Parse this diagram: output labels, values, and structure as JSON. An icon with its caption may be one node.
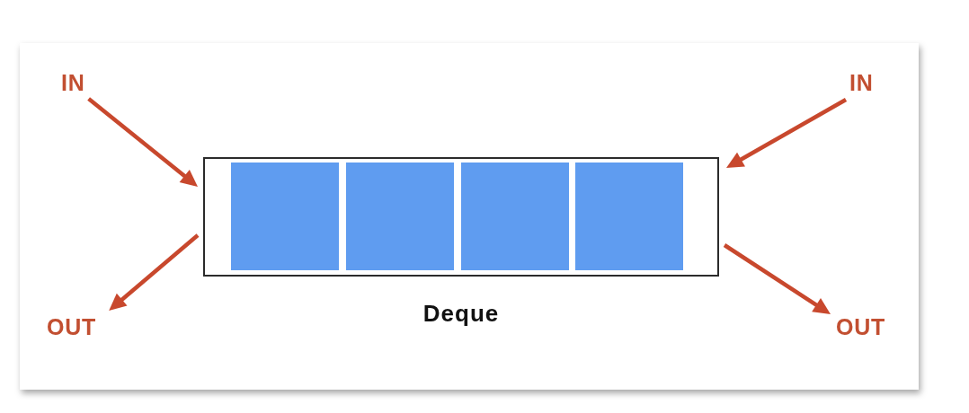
{
  "diagram": {
    "nodes": [
      {
        "text": [
          "IN"
        ]
      },
      {
        "text": [
          "IN"
        ]
      },
      {
        "text": [],
        "shape": "box",
        "beside": [
          "Deque"
        ]
      },
      {
        "text": [],
        "shape": "box",
        "in": 2
      },
      {
        "text": [],
        "shape": "box",
        "in": 2
      },
      {
        "text": [],
        "shape": "box",
        "in": 2
      },
      {
        "text": [],
        "shape": "box",
        "in": 2
      },
      {
        "text": [
          "OUT"
        ]
      },
      {
        "text": [
          "OUT"
        ]
      }
    ],
    "edges": [
      {
        "from": 0,
        "to": 2,
        "arrow": "to"
      },
      {
        "from": 1,
        "to": 2,
        "arrow": "to"
      },
      {
        "from": 2,
        "to": 7,
        "arrow": "to"
      },
      {
        "from": 2,
        "to": 8,
        "arrow": "to"
      }
    ]
  }
}
